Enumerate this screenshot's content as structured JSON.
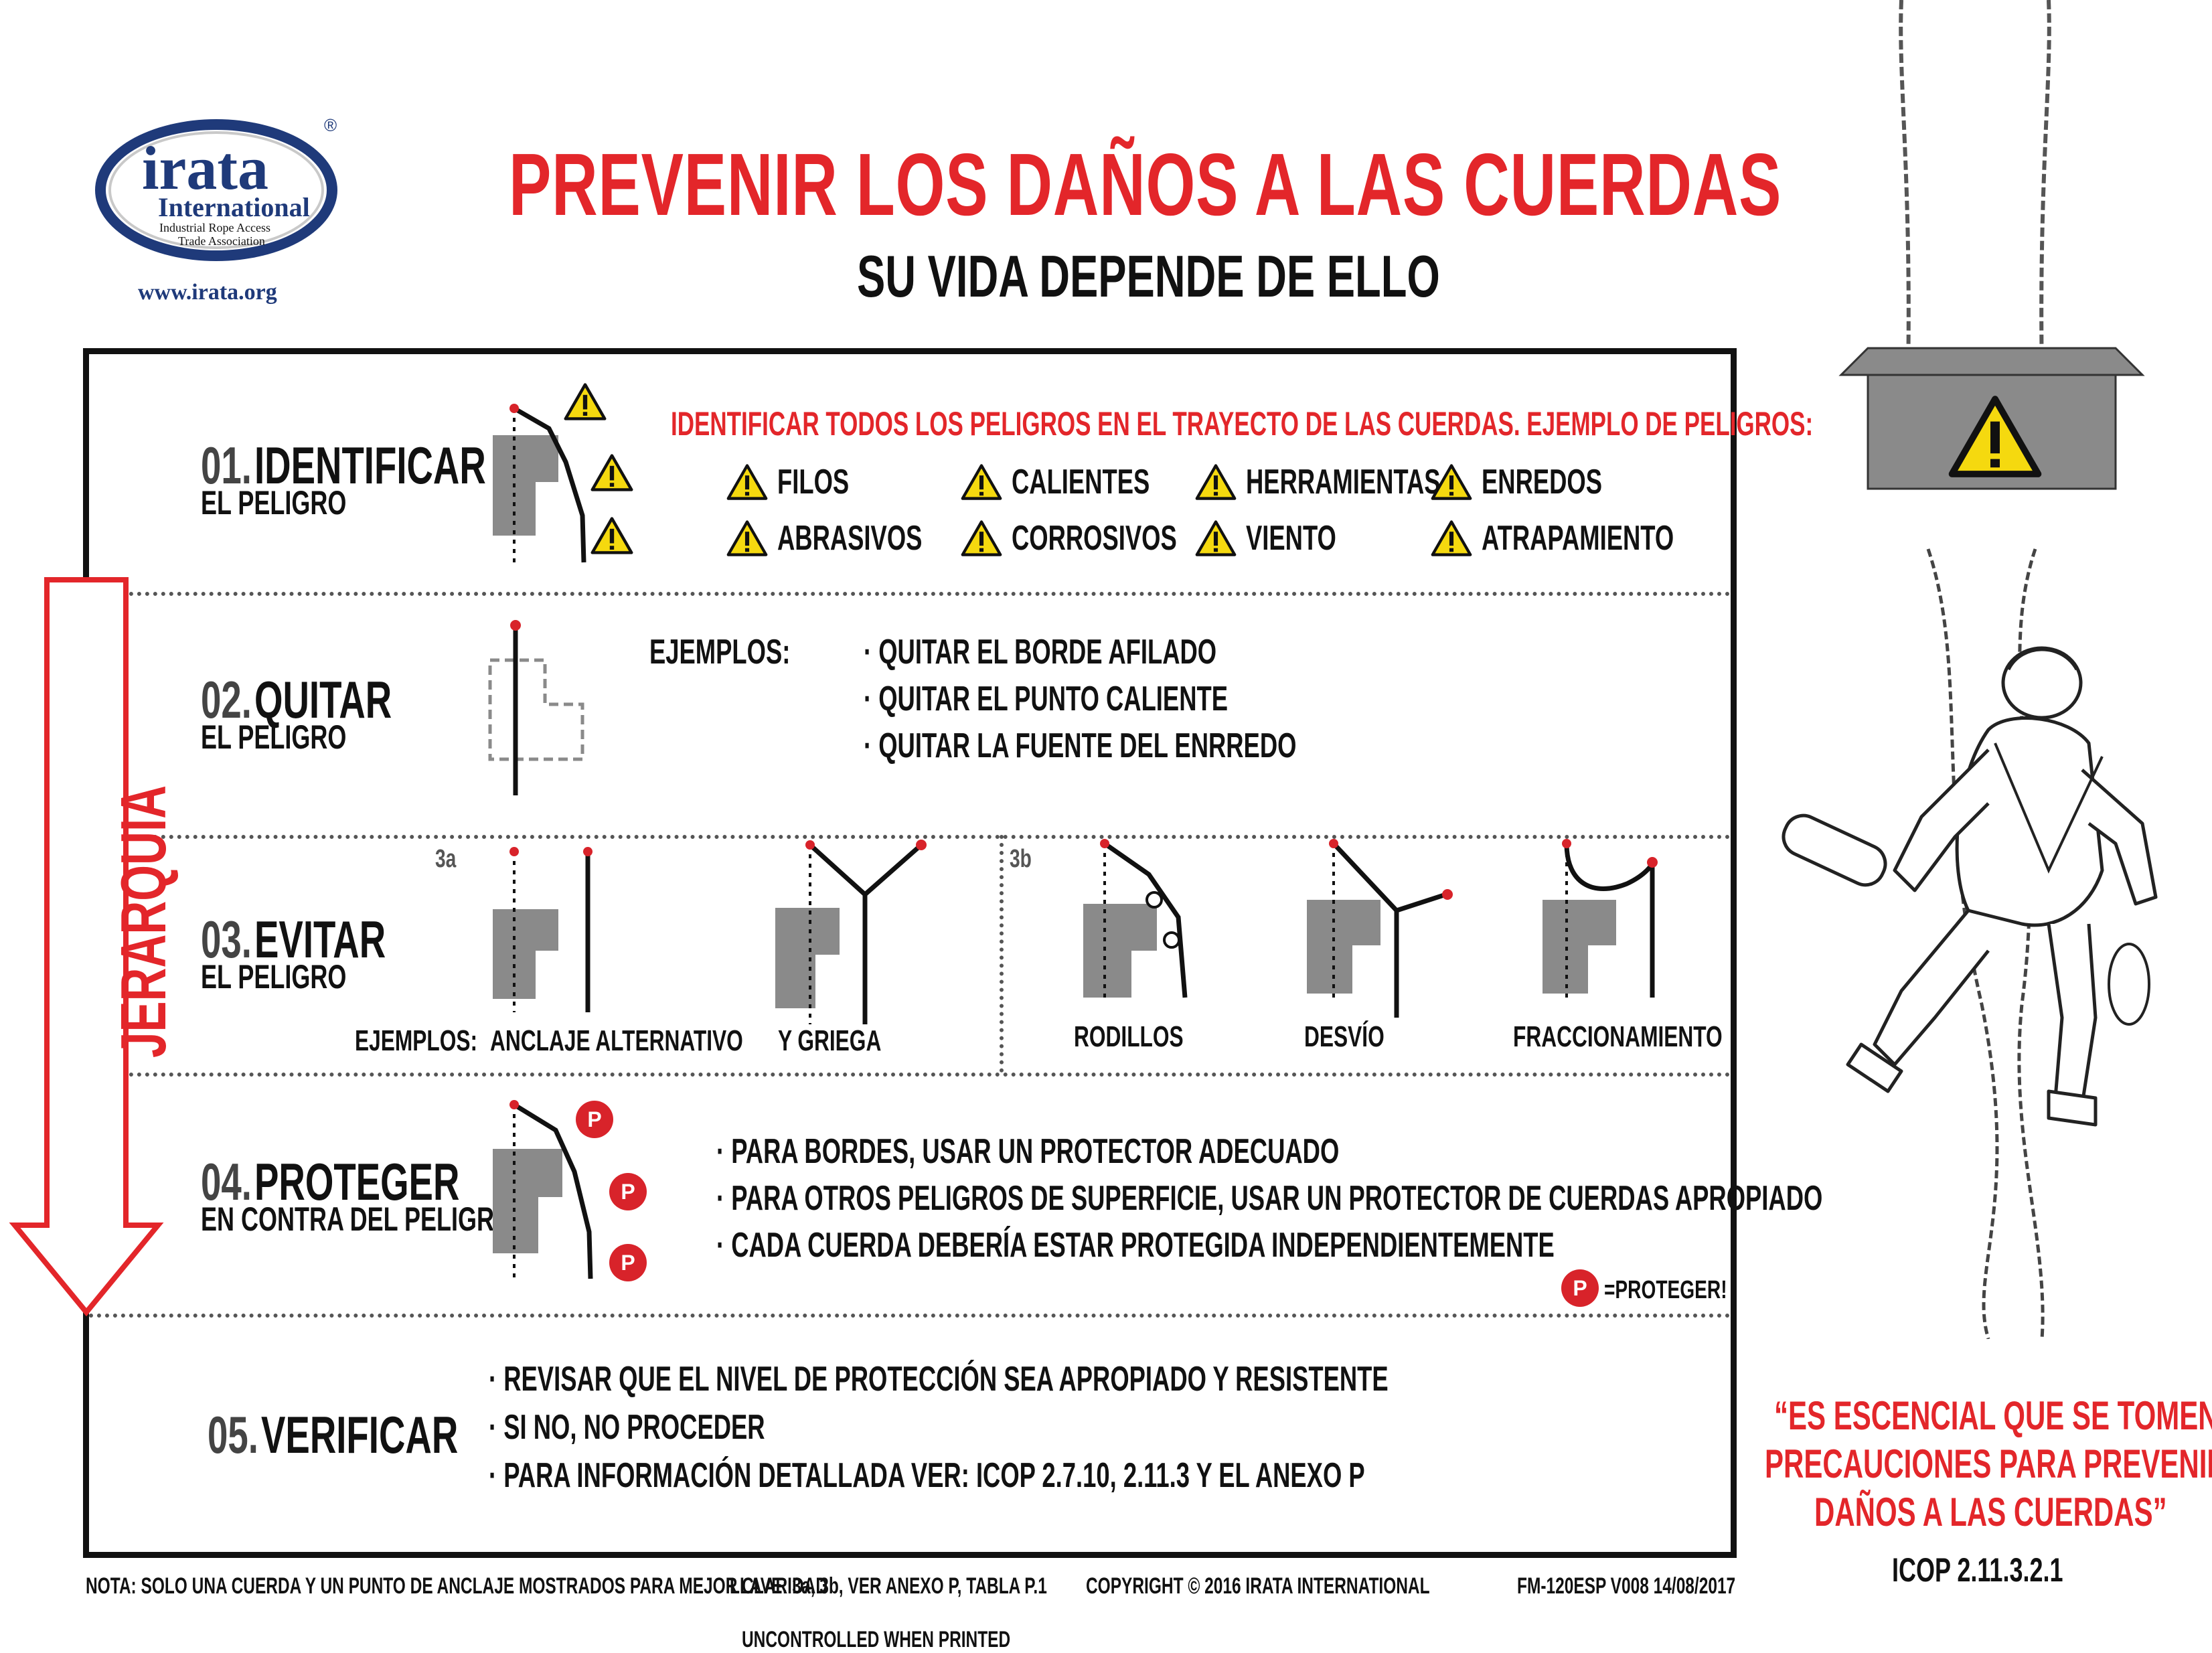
{
  "logo": {
    "name": "irata",
    "sub": "International",
    "line1": "Industrial Rope Access",
    "line2": "Trade Association",
    "registered": "®",
    "url": "www.irata.org"
  },
  "header": {
    "title": "PREVENIR LOS DAÑOS A LAS CUERDAS",
    "subtitle": "SU VIDA DEPENDE DE ELLO"
  },
  "hierarchy_label": "JERARQUIA",
  "steps": [
    {
      "num": "01.",
      "name": "IDENTIFICAR",
      "sub": "EL PELIGRO",
      "heading": "IDENTIFICAR TODOS LOS PELIGROS EN EL TRAYECTO DE LAS CUERDAS. EJEMPLO DE PELIGROS:",
      "hazards": [
        "FILOS",
        "CALIENTES",
        "HERRAMIENTAS",
        "ENREDOS",
        "ABRASIVOS",
        "CORROSIVOS",
        "VIENTO",
        "ATRAPAMIENTO"
      ]
    },
    {
      "num": "02.",
      "name": "QUITAR",
      "sub": "EL PELIGRO",
      "examples_label": "EJEMPLOS:",
      "bullets": [
        "· QUITAR EL BORDE AFILADO",
        "· QUITAR EL PUNTO CALIENTE",
        "· QUITAR LA FUENTE DEL ENRREDO"
      ]
    },
    {
      "num": "03.",
      "name": "EVITAR",
      "sub": "EL PELIGRO",
      "examples_label": "EJEMPLOS:",
      "key_a": "3a",
      "key_b": "3b",
      "examples": [
        "ANCLAJE ALTERNATIVO",
        "Y GRIEGA",
        "RODILLOS",
        "DESVÍO",
        "FRACCIONAMIENTO"
      ]
    },
    {
      "num": "04.",
      "name": "PROTEGER",
      "sub": "EN CONTRA DEL PELIGRO",
      "badge": "P",
      "badge_note": "=PROTEGER!",
      "bullets": [
        "· PARA BORDES, USAR UN PROTECTOR ADECUADO",
        "· PARA OTROS PELIGROS DE SUPERFICIE, USAR UN PROTECTOR DE CUERDAS APROPIADO",
        "· CADA CUERDA DEBERÍA ESTAR PROTEGIDA INDEPENDIENTEMENTE"
      ]
    },
    {
      "num": "05.",
      "name": "VERIFICAR",
      "bullets": [
        "· REVISAR QUE EL NIVEL DE PROTECCIÓN SEA APROPIADO Y RESISTENTE",
        "· SI NO, NO PROCEDER",
        "· PARA INFORMACIÓN DETALLADA VER: ICOP 2.7.10, 2.11.3 Y EL ANEXO P"
      ]
    }
  ],
  "quote": {
    "line1": "“ES ESCENCIAL QUE SE TOMEN",
    "line2": "PRECAUCIONES PARA PREVENIR",
    "line3": "DAÑOS A LAS CUERDAS”",
    "ref": "ICOP 2.11.3.2.1"
  },
  "footer": {
    "note": "NOTA: SOLO UNA CUERDA Y UN PUNTO DE ANCLAJE MOSTRADOS PARA MEJOR CLARIDAD",
    "key": "LLAVE: 3a, 3b, VER ANEXO P, TABLA P.1",
    "copyright": "COPYRIGHT © 2016 IRATA INTERNATIONAL",
    "code": "FM-120ESP V008 14/08/2017",
    "uncontrolled": "UNCONTROLLED WHEN PRINTED"
  },
  "colors": {
    "accent": "#e3262a",
    "warning": "#f5d90f",
    "box": "#8a8a8a"
  }
}
